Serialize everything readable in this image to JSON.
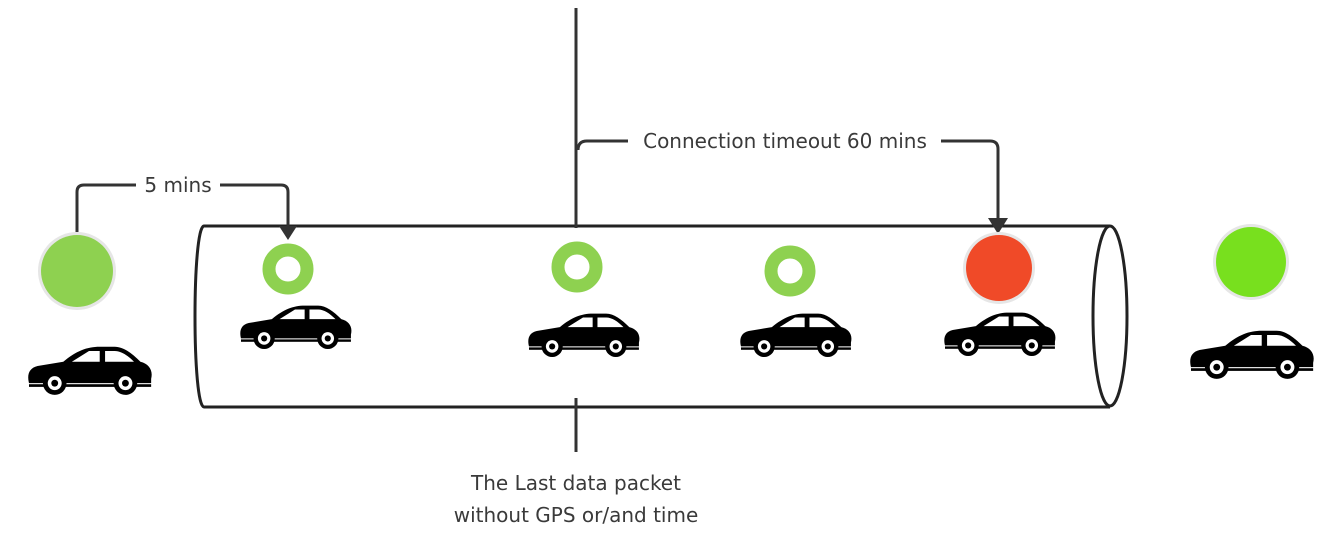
{
  "labels": {
    "interval": "5 mins",
    "timeout": "Connection timeout 60 mins",
    "last_packet_line1": "The Last data packet",
    "last_packet_line2": "without GPS or/and time"
  },
  "colors": {
    "line": "#333333",
    "green_fill": "#8ed150",
    "green_ring": "#8ed150",
    "red": "#f04a28",
    "bright_green": "#78e01e",
    "halo": "#e6e6e6",
    "car": "#000000"
  },
  "states": [
    {
      "id": "start",
      "status": "connected",
      "icon": "solid-green-dot"
    },
    {
      "id": "packet-1",
      "status": "data-packet",
      "icon": "green-ring"
    },
    {
      "id": "packet-last",
      "status": "last-data-packet",
      "icon": "green-ring"
    },
    {
      "id": "packet-3",
      "status": "data-packet",
      "icon": "green-ring"
    },
    {
      "id": "timeout",
      "status": "disconnected",
      "icon": "red-dot"
    },
    {
      "id": "reconnect",
      "status": "connected",
      "icon": "bright-green-dot"
    }
  ]
}
